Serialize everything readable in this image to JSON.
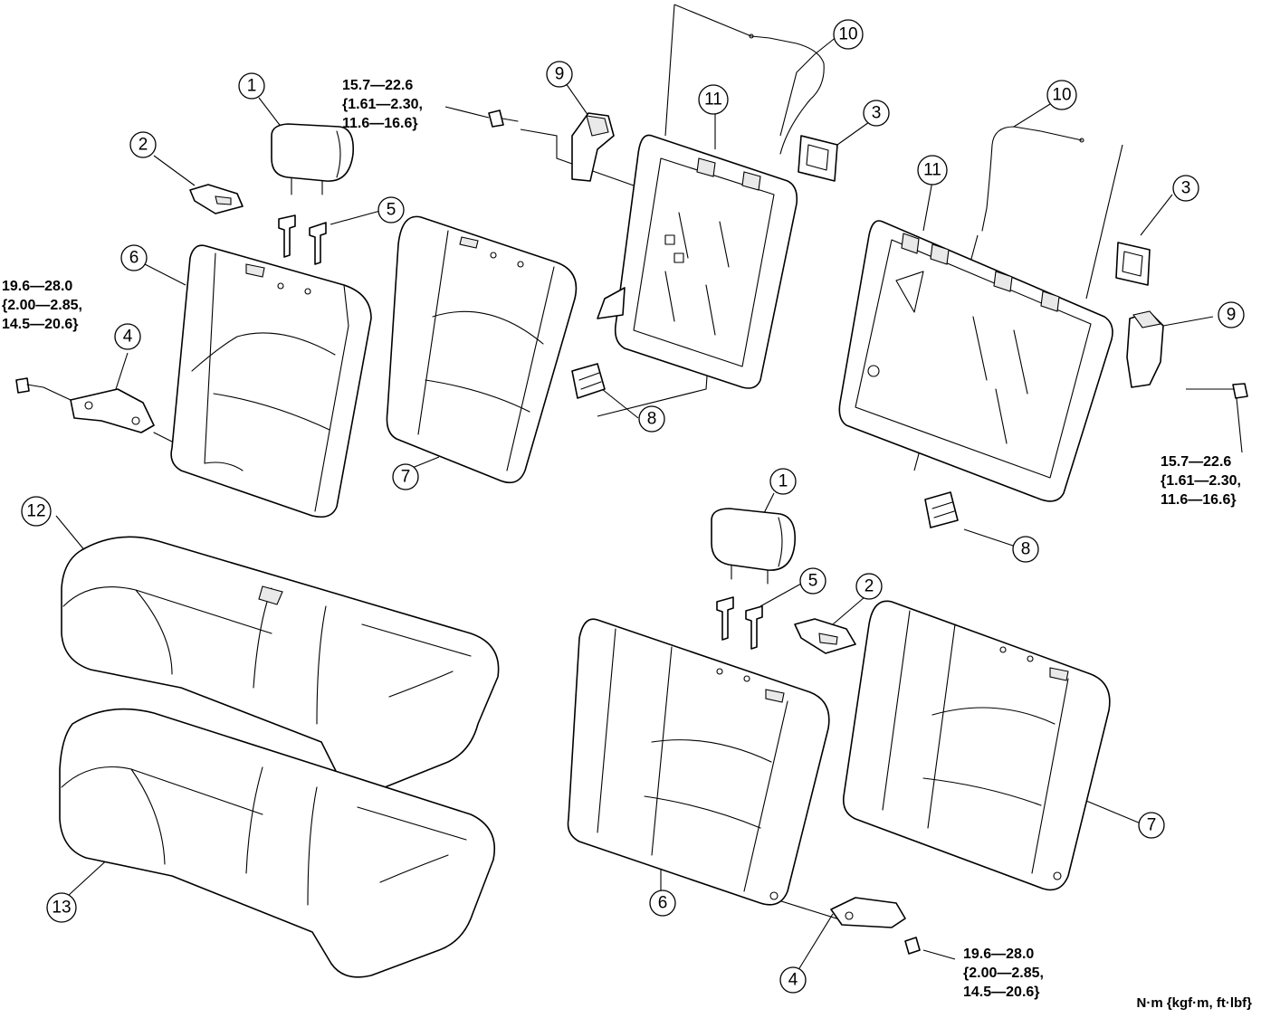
{
  "callouts": {
    "c1a": "1",
    "c1b": "1",
    "c2a": "2",
    "c2b": "2",
    "c3a": "3",
    "c3b": "3",
    "c4a": "4",
    "c4b": "4",
    "c5a": "5",
    "c5b": "5",
    "c6a": "6",
    "c6b": "6",
    "c7a": "7",
    "c7b": "7",
    "c8a": "8",
    "c8b": "8",
    "c9a": "9",
    "c9b": "9",
    "c10a": "10",
    "c10b": "10",
    "c11a": "11",
    "c11b": "11",
    "c12": "12",
    "c13": "13"
  },
  "torque_specs": {
    "top_left_bolt": [
      "15.7—22.6",
      "{1.61—2.30,",
      "11.6—16.6}"
    ],
    "left_hinge_bolt": [
      "19.6—28.0",
      "{2.00—2.85,",
      "14.5—20.6}"
    ],
    "right_hinge_bolt": [
      "15.7—22.6",
      "{1.61—2.30,",
      "11.6—16.6}"
    ],
    "bottom_hinge_bolt": [
      "19.6—28.0",
      "{2.00—2.85,",
      "14.5—20.6}"
    ]
  },
  "unit_label": "N·m {kgf·m, ft·lbf}"
}
